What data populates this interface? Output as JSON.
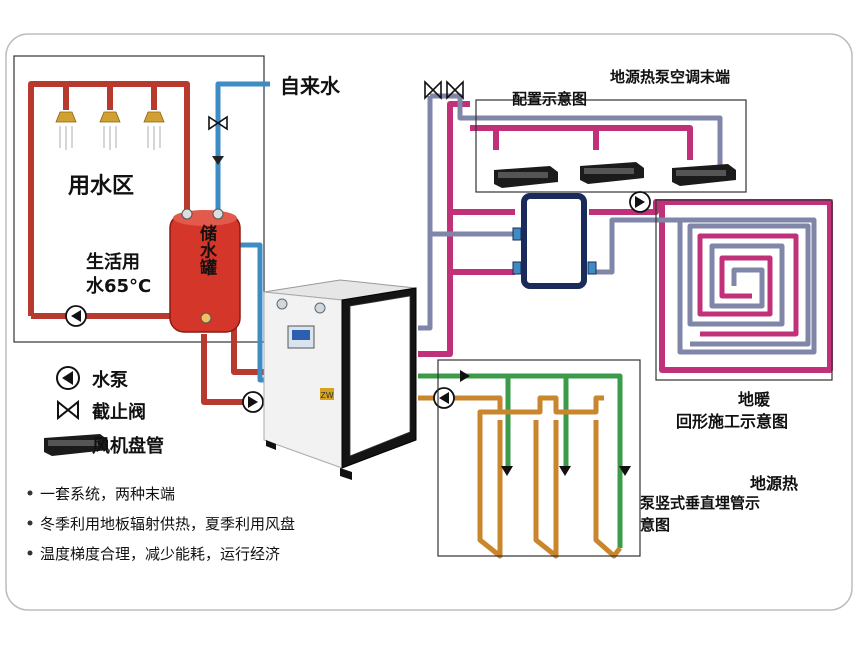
{
  "labels": {
    "tap_water": "自来水",
    "ac_terminal_line1": "地源热泵空调末端",
    "ac_terminal_line2": "配置示意图",
    "water_use_zone": "用水区",
    "domestic_water_line1": "生活用",
    "domestic_water_line2": "水65°C",
    "tank_text": "储水罐",
    "floor_heating_line1": "地暖",
    "floor_heating_line2": "回形施工示意图",
    "ground_source_line1": "地源热",
    "ground_source_line2": "泵竖式垂直埋管示",
    "ground_source_line3": "意图",
    "unit_badge": "ZW"
  },
  "legend": [
    {
      "icon": "pump-icon",
      "label": "水泵"
    },
    {
      "icon": "valve-icon",
      "label": "截止阀"
    },
    {
      "icon": "fan-coil-icon",
      "label": "风机盘管"
    }
  ],
  "features": [
    "一套系统，两种末端",
    "冬季利用地板辐射供热，夏季利用风盘",
    "温度梯度合理，减少能耗，运行经济"
  ],
  "colors": {
    "hot_water": "#b83a2e",
    "cold_water": "#3d8cc4",
    "supply_magenta": "#c0317a",
    "return_slate": "#7f86a8",
    "ground_green": "#3c9b4a",
    "ground_orange": "#c9862c",
    "tank_red": "#d4372a"
  }
}
